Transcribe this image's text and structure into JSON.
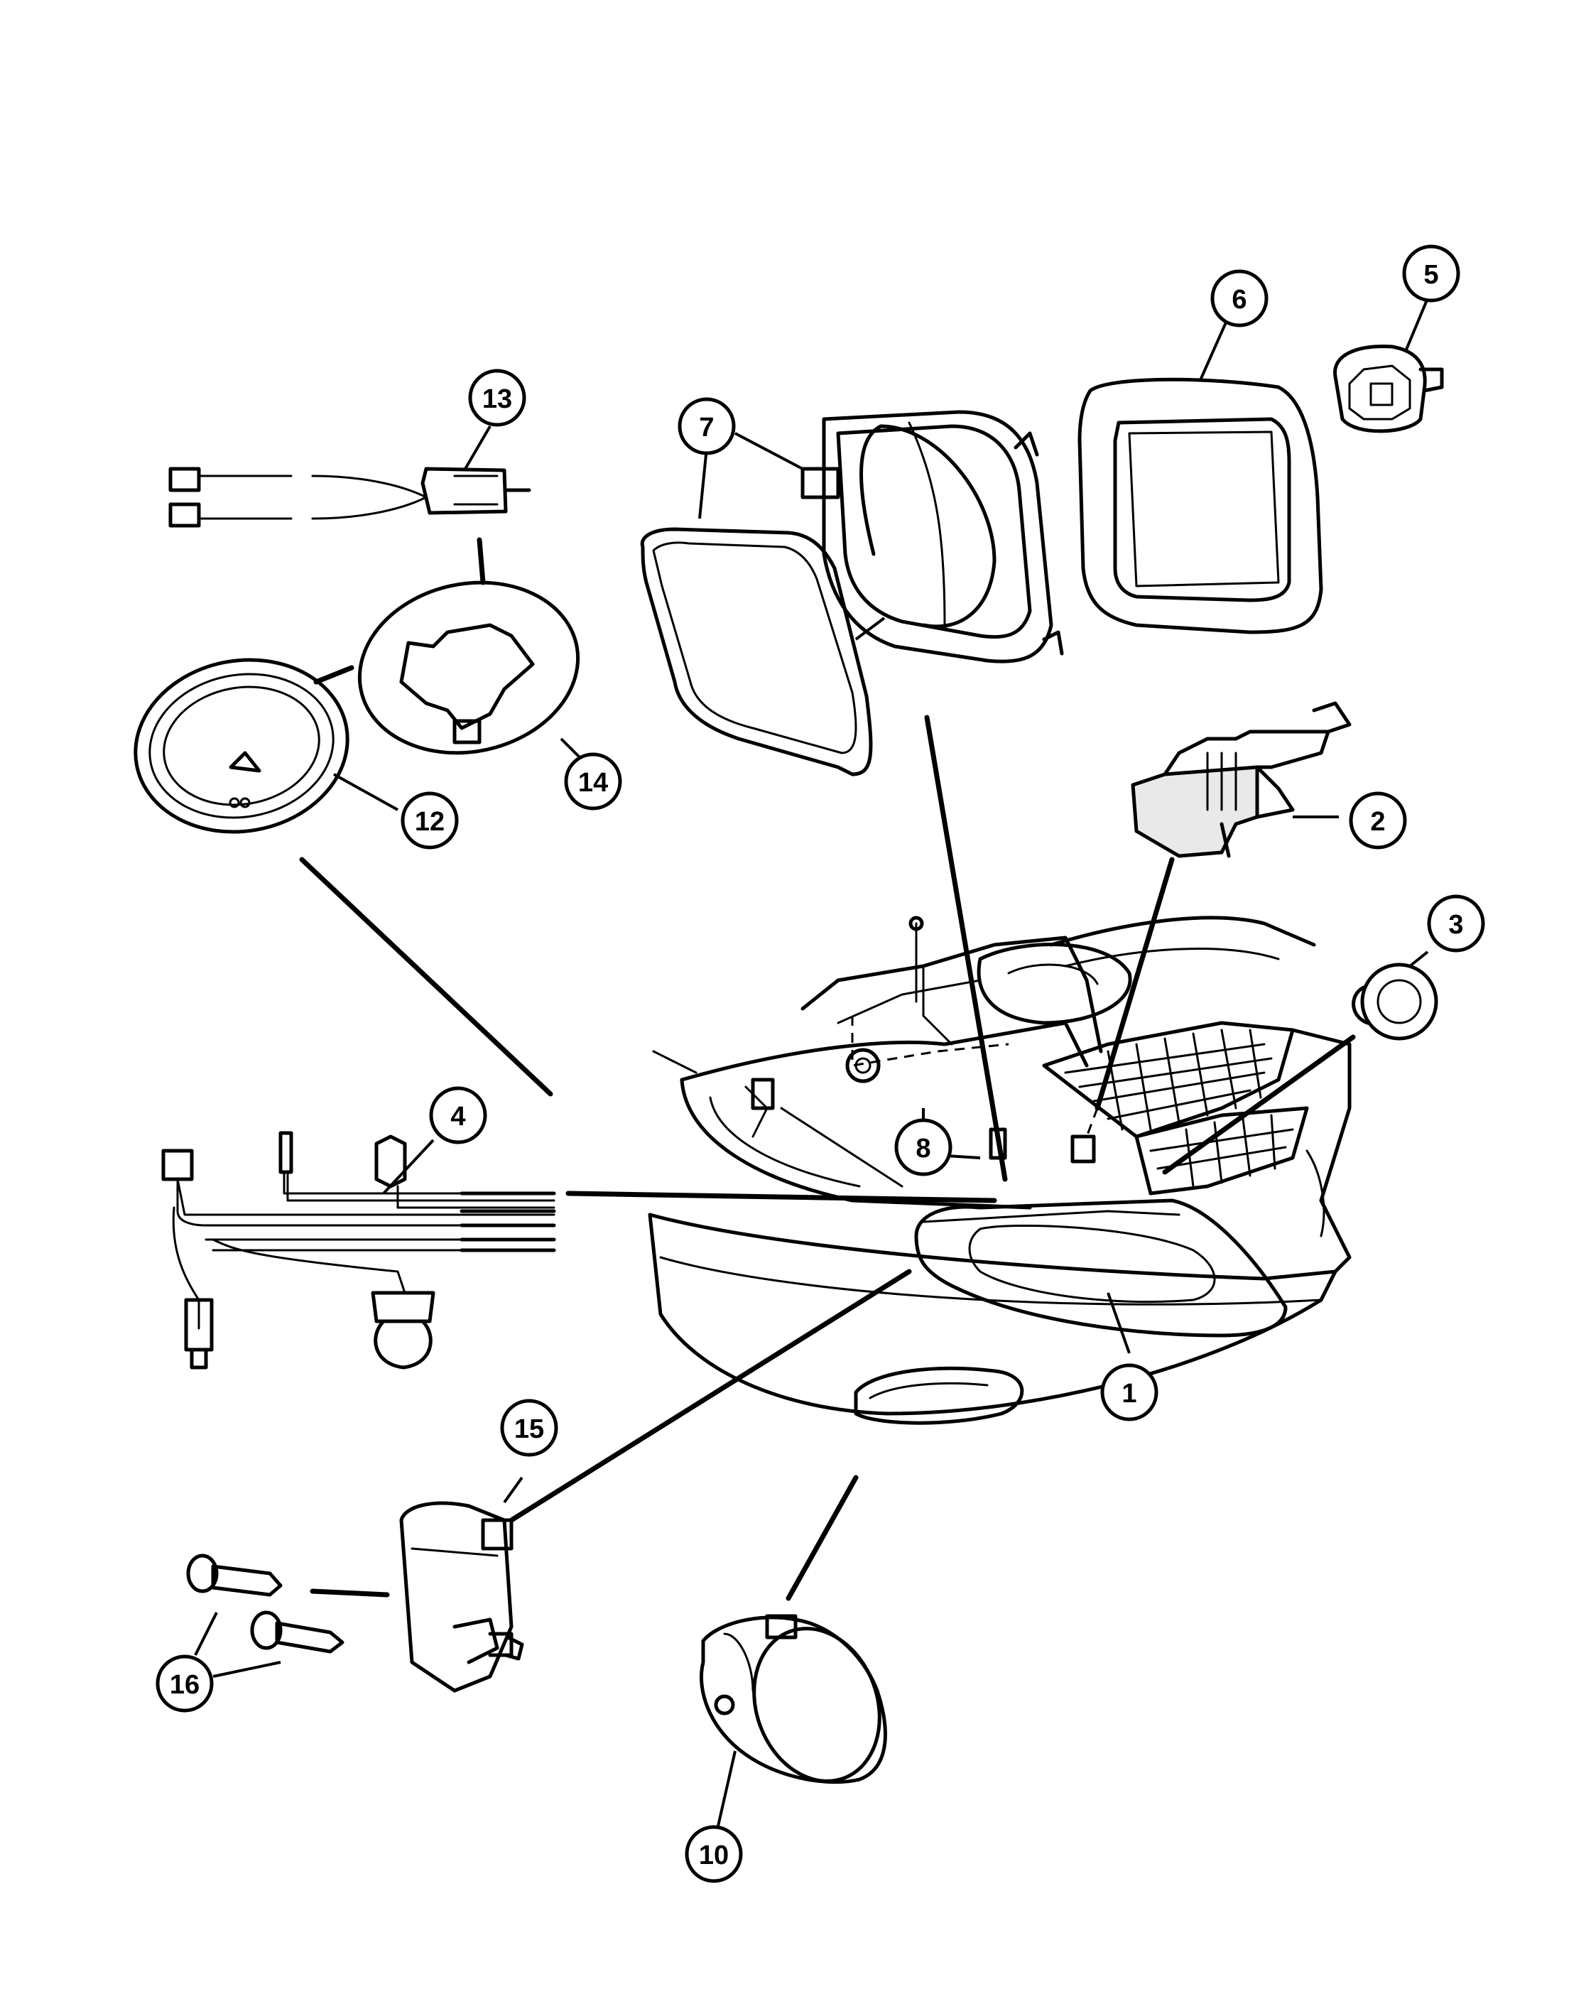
{
  "callouts": {
    "c1": "1",
    "c2": "2",
    "c3": "3",
    "c4": "4",
    "c5": "5",
    "c6": "6",
    "c7": "7",
    "c8": "8",
    "c10": "10",
    "c12": "12",
    "c13": "13",
    "c14": "14",
    "c15": "15",
    "c16": "16"
  }
}
